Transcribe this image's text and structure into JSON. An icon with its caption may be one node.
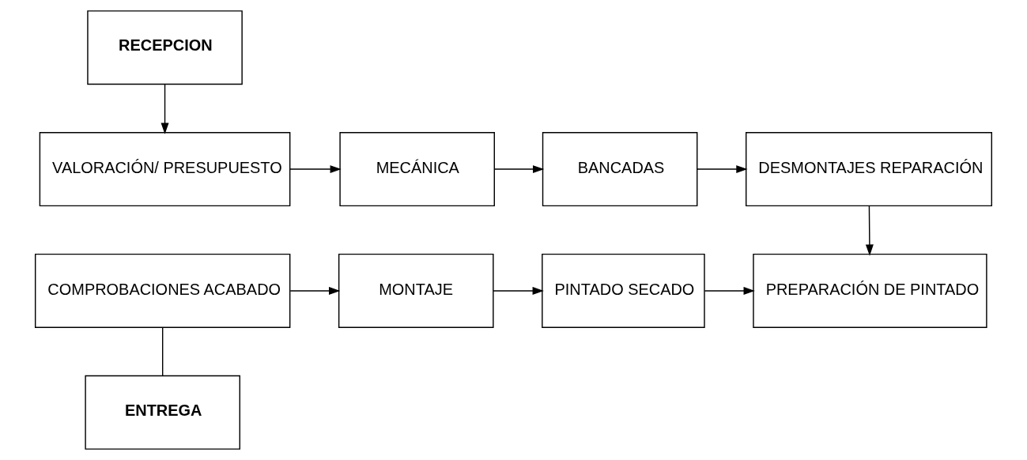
{
  "diagram": {
    "nodes": [
      {
        "text": [
          "RECEPCION"
        ]
      },
      {
        "text": [
          "VALORACIÓN/ PRESUPUESTO"
        ]
      },
      {
        "text": [
          "MECÁNICA"
        ]
      },
      {
        "text": [
          "BANCADAS"
        ]
      },
      {
        "text": [
          "DESMONTAJES REPARACIÓN"
        ]
      },
      {
        "text": [
          "COMPROBACIONES ACABADO"
        ]
      },
      {
        "text": [
          "MONTAJE"
        ]
      },
      {
        "text": [
          "PINTADO SECADO"
        ]
      },
      {
        "text": [
          "PREPARACIÓN DE PINTADO"
        ]
      },
      {
        "text": [
          "ENTREGA"
        ]
      }
    ],
    "edges": [
      {
        "from": 0,
        "to": 1,
        "arrow": "to"
      },
      {
        "from": 1,
        "to": 2,
        "arrow": "to"
      },
      {
        "from": 2,
        "to": 3,
        "arrow": "to"
      },
      {
        "from": 3,
        "to": 4,
        "arrow": "to"
      },
      {
        "from": 4,
        "to": 8,
        "arrow": "to"
      },
      {
        "from": 5,
        "to": 6,
        "arrow": "to"
      },
      {
        "from": 6,
        "to": 7,
        "arrow": "to"
      },
      {
        "from": 7,
        "to": 8,
        "arrow": "to"
      },
      {
        "from": 5,
        "to": 9,
        "arrow": "none"
      }
    ]
  }
}
